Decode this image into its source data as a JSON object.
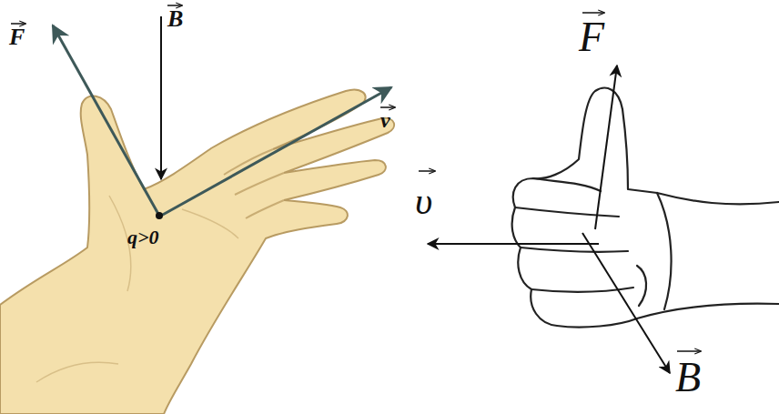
{
  "diagram": {
    "labels": [
      "F",
      "B",
      "v",
      "q>0",
      "F",
      "υ",
      "B"
    ]
  }
}
